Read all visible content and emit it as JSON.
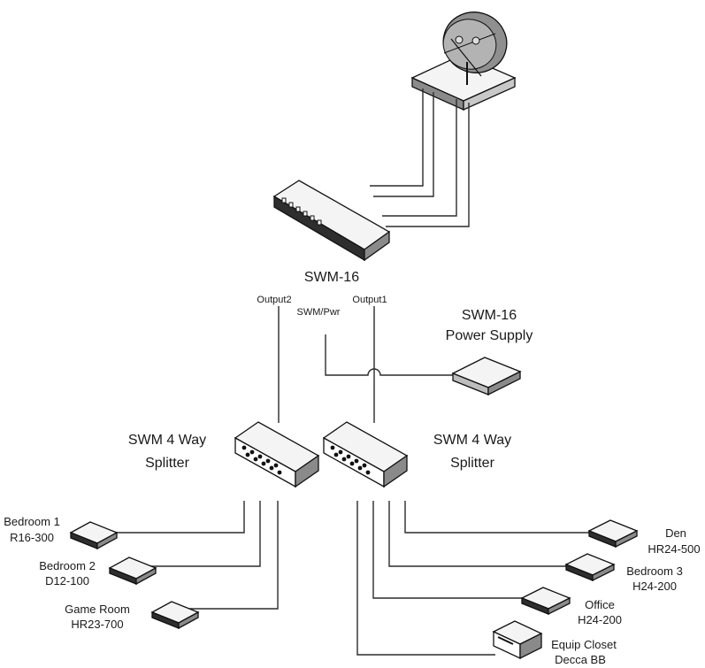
{
  "swm16": {
    "label": "SWM-16",
    "output2": "Output2",
    "output1": "Output1",
    "swm_pwr": "SWM/Pwr"
  },
  "power_supply": {
    "line1": "SWM-16",
    "line2": "Power Supply"
  },
  "splitter_left": {
    "line1": "SWM 4 Way",
    "line2": "Splitter"
  },
  "splitter_right": {
    "line1": "SWM 4 Way",
    "line2": "Splitter"
  },
  "receivers": [
    {
      "name": "Bedroom 1",
      "model": "R16-300"
    },
    {
      "name": "Bedroom 2",
      "model": "D12-100"
    },
    {
      "name": "Game Room",
      "model": "HR23-700"
    },
    {
      "name": "Den",
      "model": "HR24-500"
    },
    {
      "name": "Bedroom 3",
      "model": "H24-200"
    },
    {
      "name": "Office",
      "model": "H24-200"
    },
    {
      "name": "Equip Closet",
      "model": "Decca BB"
    }
  ]
}
